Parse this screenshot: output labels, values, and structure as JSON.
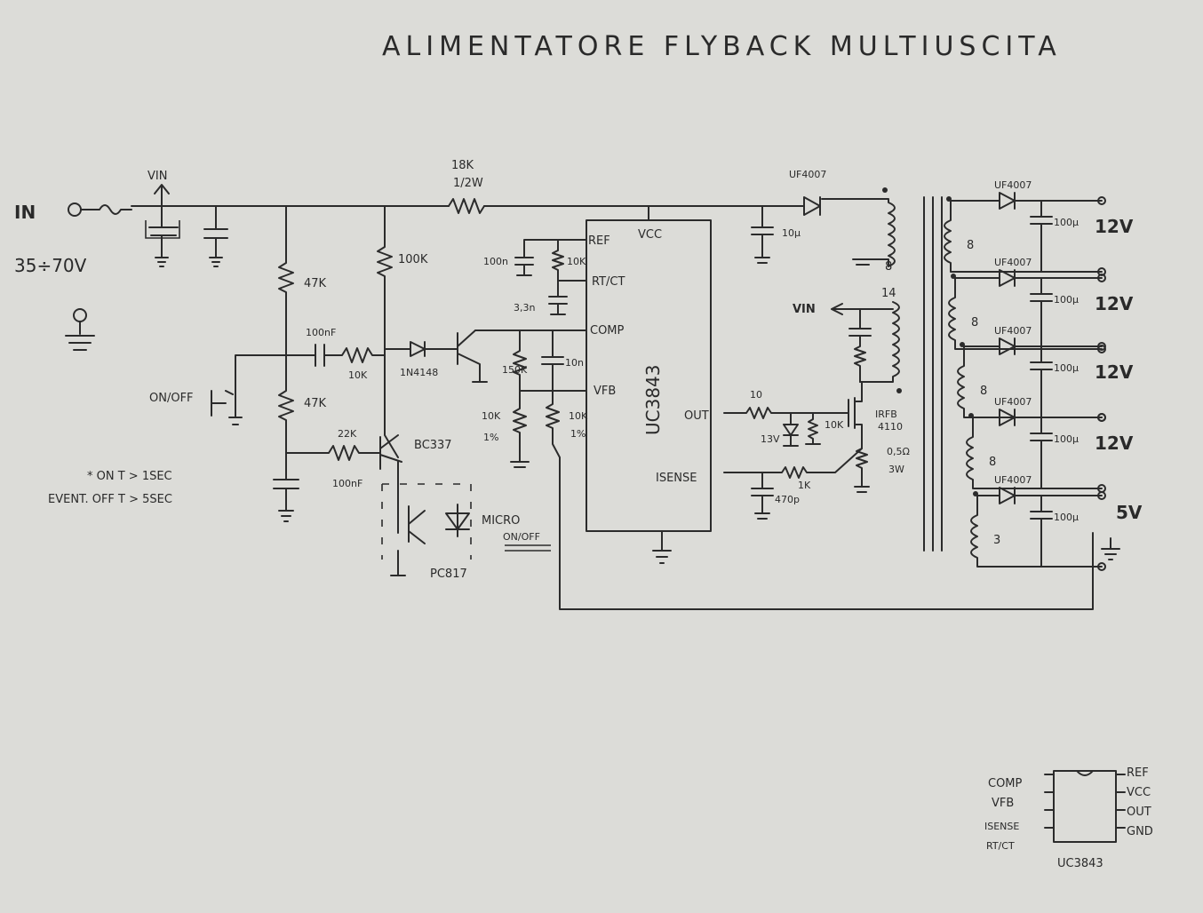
{
  "title": "ALIMENTATORE FLYBACK MULTIUSCITA",
  "input": {
    "label": "IN",
    "range": "35÷70V",
    "vin": "VIN"
  },
  "components": {
    "r_start": "18K",
    "r_start_w": "1/2W",
    "r47k_top": "47K",
    "r47k_bot": "47K",
    "r100k": "100K",
    "c100nf_a": "100nF",
    "r10k_a": "10K",
    "diode_1n": "1N4148",
    "r22k": "22K",
    "bc337": "BC337",
    "c100nf_b": "100nF",
    "pc817": "PC817",
    "micro": "MICRO",
    "micro_sub": "ON/OFF",
    "c100n_ref": "100n",
    "r10k_ref": "10K",
    "c33n": "3,3n",
    "r150k": "150K",
    "c10n": "10n",
    "r10k_vfb_a": "10K",
    "r10k_vfb_a2": "1%",
    "r10k_vfb_b": "10K",
    "r10k_vfb_b2": "1%",
    "uf4007_top": "UF4007",
    "c10u": "10µ",
    "r10_out": "10",
    "zener": "13V",
    "r10k_gate": "10K",
    "mosfet_a": "IRFB",
    "mosfet_b": "4110",
    "r_sense_a": "0,5Ω",
    "r_sense_b": "3W",
    "r1k": "1K",
    "c470p": "470p",
    "aux_turns": "8",
    "prim_turns": "14",
    "vin_label": "VIN",
    "onoff_label": "ON/OFF"
  },
  "ic": {
    "name": "UC3843",
    "pins": {
      "ref": "REF",
      "vcc": "VCC",
      "rtct": "RT/CT",
      "comp": "COMP",
      "vfb": "VFB",
      "out": "OUT",
      "isense": "ISENSE"
    }
  },
  "notes": {
    "line1": "* ON T > 1SEC",
    "line2": "EVENT. OFF T > 5SEC"
  },
  "outputs": [
    {
      "diode": "UF4007",
      "cap": "100µ",
      "voltage": "12V",
      "turns": "8"
    },
    {
      "diode": "UF4007",
      "cap": "100µ",
      "voltage": "12V",
      "turns": "8"
    },
    {
      "diode": "UF4007",
      "cap": "100µ",
      "voltage": "12V",
      "turns": "8"
    },
    {
      "diode": "UF4007",
      "cap": "100µ",
      "voltage": "12V",
      "turns": "8"
    },
    {
      "diode": "UF4007",
      "cap": "100µ",
      "voltage": "5V",
      "turns": "3"
    }
  ],
  "pinout": {
    "name": "UC3843",
    "left": [
      "COMP",
      "VFB",
      "ISENSE",
      "RT/CT"
    ],
    "right": [
      "REF",
      "VCC",
      "OUT",
      "GND"
    ]
  }
}
